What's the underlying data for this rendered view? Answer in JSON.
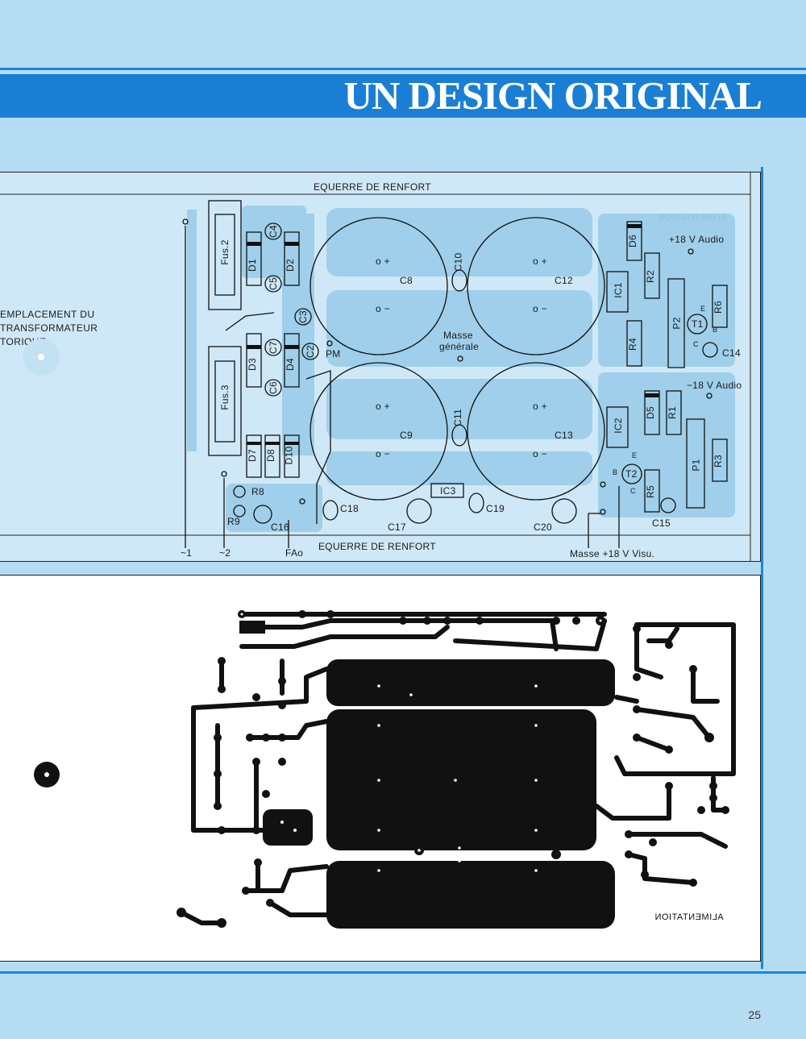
{
  "header": {
    "title": "UN DESIGN ORIGINAL"
  },
  "top_diagram": {
    "top_label": "EQUERRE DE RENFORT",
    "bottom_label": "EQUERRE DE RENFORT",
    "transformer_note": [
      "EMPLACEMENT DU",
      "TRANSFORMATEUR",
      "TORIQUE"
    ],
    "mirrored_tag": "ALIMENTATION",
    "components": {
      "fus2": "Fus.2",
      "fus3": "Fus.3",
      "d1": "D1",
      "d2": "D2",
      "d3": "D3",
      "d4": "D4",
      "d5": "D5",
      "d6": "D6",
      "d7": "D7",
      "d8": "D8",
      "d10": "D10",
      "c2": "C2",
      "c3": "C3",
      "c4": "C4",
      "c5": "C5",
      "c6": "C6",
      "c7": "C7",
      "c8": "C8",
      "c9": "C9",
      "c10": "C10",
      "c11": "C11",
      "c12": "C12",
      "c13": "C13",
      "c14": "C14",
      "c15": "C15",
      "c16": "C16",
      "c17": "C17",
      "c18": "C18",
      "c19": "C19",
      "c20": "C20",
      "ic1": "IC1",
      "ic2": "IC2",
      "ic3": "IC3",
      "r1": "R1",
      "r2": "R2",
      "r3": "R3",
      "r4": "R4",
      "r5": "R5",
      "r6": "R6",
      "r8": "R8",
      "r9": "R9",
      "p1": "P1",
      "p2": "P2",
      "t1": "T1",
      "t2": "T2",
      "pm": "PM",
      "masse_line1": "Masse",
      "masse_line2": "générale",
      "o": "o",
      "plus18": "+18 V Audio",
      "minus18": "−18 V Audio",
      "ac1": "~1",
      "ac2": "~2",
      "fao": "FAo",
      "masse_visu": "Masse  +18 V  Visu.",
      "plus": "+",
      "minus": "−",
      "e": "E",
      "b": "B",
      "c": "C",
      "pin_plus": "o +",
      "pin_minus": "o −"
    }
  },
  "bottom_diagram": {
    "mirrored_tag": "ALIMENTATION"
  },
  "footer": {
    "page_number": "25"
  },
  "colors": {
    "background": "#b6dcf1",
    "banner": "#1a7fd4",
    "card": "#cfe8f7",
    "trace": "#111111"
  }
}
